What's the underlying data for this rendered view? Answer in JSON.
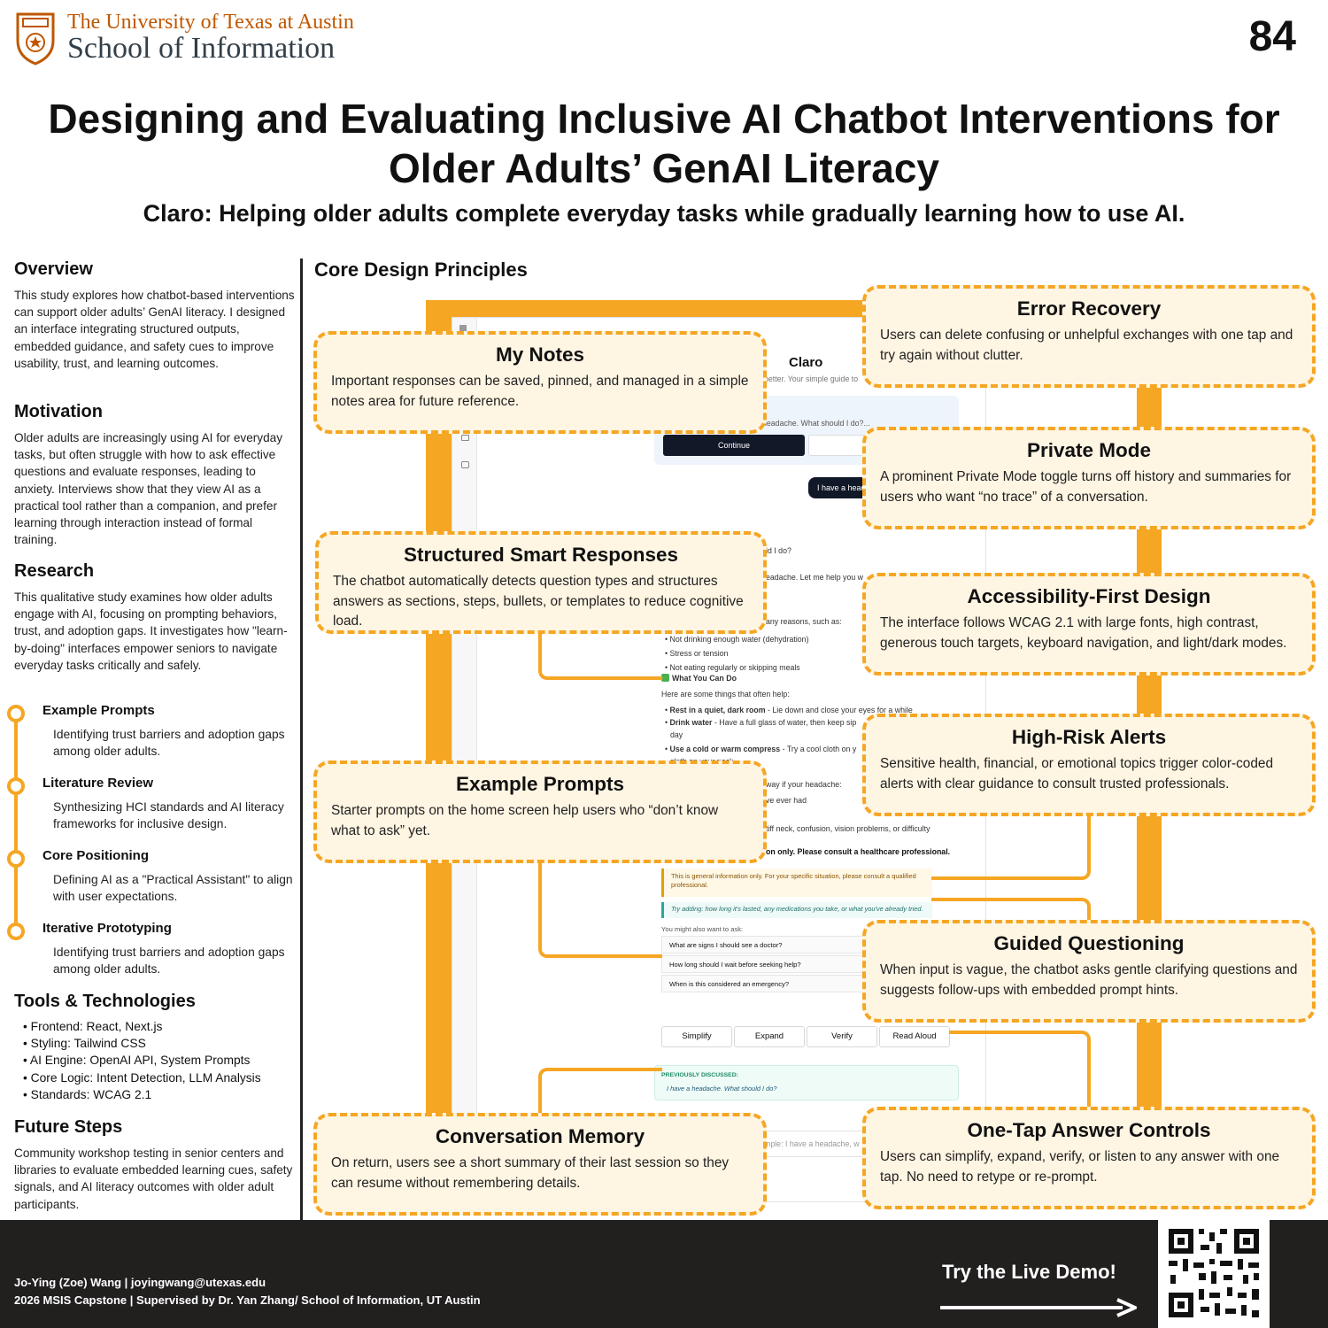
{
  "header": {
    "university": "The University of Texas at Austin",
    "school": "School of Information",
    "poster_number": "84",
    "title": "Designing and Evaluating Inclusive AI Chatbot Interventions for Older Adults’ GenAI Literacy",
    "subtitle": "Claro: Helping older adults complete everyday tasks while gradually learning how to use AI."
  },
  "left": {
    "overview": {
      "heading": "Overview",
      "text": "This study explores how chatbot-based interventions can support older adults’ GenAI literacy. I designed an interface integrating structured outputs, embedded guidance, and safety cues to improve usability, trust, and learning outcomes."
    },
    "motivation": {
      "heading": "Motivation",
      "text": "Older adults are increasingly using AI for everyday tasks, but often struggle with how to ask effective questions and evaluate responses, leading to anxiety. Interviews show that they view AI as a practical tool rather than a companion, and prefer learning through interaction instead of formal training."
    },
    "research": {
      "heading": "Research",
      "text": "This qualitative study examines how older adults engage with AI, focusing on prompting behaviors, trust, and adoption gaps. It investigates how \"learn-by-doing\" interfaces empower seniors to navigate everyday tasks critically and safely."
    },
    "timeline": [
      {
        "title": "Example Prompts",
        "text": "Identifying trust barriers and adoption gaps among older adults."
      },
      {
        "title": "Literature Review",
        "text": "Synthesizing HCI standards and AI literacy frameworks for inclusive design."
      },
      {
        "title": "Core Positioning",
        "text": "Defining AI as a \"Practical Assistant\" to align with user expectations."
      },
      {
        "title": "Iterative Prototyping",
        "text": "Identifying trust barriers and adoption gaps among older adults."
      }
    ],
    "tools": {
      "heading": "Tools & Technologies",
      "items": [
        "Frontend: React, Next.js",
        "Styling: Tailwind CSS",
        "AI Engine: OpenAI API, System Prompts",
        "Core Logic: Intent Detection, LLM Analysis",
        "Standards: WCAG 2.1"
      ]
    },
    "future": {
      "heading": "Future Steps",
      "text": "Community workshop testing in senior centers and libraries to evaluate embedded learning cues, safety signals, and AI literacy outcomes with older adult participants."
    }
  },
  "canvas": {
    "heading": "Core Design Principles",
    "cards": [
      {
        "title": "My Notes",
        "text": "Important responses can be saved, pinned, and managed in a simple notes area for future reference."
      },
      {
        "title": "Structured Smart Responses",
        "text": "The chatbot automatically detects question types and structures answers as sections, steps, bullets, or templates to reduce cognitive load."
      },
      {
        "title": "Example Prompts",
        "text": "Starter prompts on the home screen help users who “don’t know what to ask” yet."
      },
      {
        "title": "Conversation Memory",
        "text": "On return, users see a short summary of their last session so they can resume without remembering details."
      },
      {
        "title": "Error Recovery",
        "text": "Users can delete confusing or unhelpful exchanges with one tap and try again without clutter."
      },
      {
        "title": "Private Mode",
        "text": "A prominent Private Mode toggle turns off history and summaries for users who want “no trace” of a conversation."
      },
      {
        "title": "Accessibility-First Design",
        "text": "The interface follows WCAG 2.1 with large fonts, high contrast, generous touch targets, keyboard navigation, and light/dark modes."
      },
      {
        "title": "High-Risk Alerts",
        "text": "Sensitive health, financial, or emotional topics trigger color-coded alerts with clear guidance to consult trusted professionals."
      },
      {
        "title": "Guided Questioning",
        "text": "When input is vague, the chatbot asks gentle clarifying questions and suggests follow-ups with embedded prompt hints."
      },
      {
        "title": "One-Tap Answer Controls",
        "text": "Users can simplify, expand, verify, or listen to any answer with one tap. No need to retype or re-prompt."
      }
    ],
    "screenshot": {
      "app_name": "Claro",
      "tagline": "better. Your simple guide to",
      "prompt_preview": "headache. What should I do?...",
      "continue_label": "Continue",
      "user_bubble": "I have a head",
      "q_fragment": "ld I do?",
      "answer_intro": "eadache. Let me help you w",
      "reasons": "any reasons, such as:",
      "bullets": [
        "Not drinking enough water (dehydration)",
        "Stress or tension",
        "Not eating regularly or skipping meals"
      ],
      "what_heading": "What You Can Do",
      "help_intro": "Here are some things that often help:",
      "tips": [
        {
          "bold": "Rest in a quiet, dark room",
          "rest": " - Lie down and close your eyes for a while"
        },
        {
          "bold": "Drink water",
          "rest": " - Have a full glass of water, then keep sip"
        },
        {
          "bold": "",
          "rest": "day"
        },
        {
          "bold": "Use a cold or warm compress",
          "rest": " - Try a cool cloth on y"
        },
        {
          "bold": "",
          "rest": "cloth on your neck"
        }
      ],
      "away_fragment": "way if your headache:",
      "ever_fragment": "ve ever had",
      "stiff_fragment": "tiff neck, confusion, vision problems, or difficulty",
      "disclaimer_bold": "on only. Please consult a healthcare professional.",
      "alert": "This is general information only. For your specific situation, please consult a qualified professional.",
      "hint": "Try adding: how long it's lasted, any medications you take, or what you've already tried.",
      "might_ask": "You might also want to ask:",
      "followups": [
        "What are signs I should see a doctor?",
        "How long should I wait before seeking help?",
        "When is this considered an emergency?"
      ],
      "controls": [
        "Simplify",
        "Expand",
        "Verify",
        "Read Aloud"
      ],
      "prev_label": "PREVIOUSLY DISCUSSED:",
      "prev_item": "I have a headache. What should I do?",
      "input_placeholder": "mple: I have a headache, w"
    }
  },
  "footer": {
    "author": "Jo-Ying (Zoe) Wang | joyingwang@utexas.edu",
    "program": "2026 MSIS Capstone  | Supervised by Dr. Yan Zhang/ School of Information, UT Austin",
    "demo_label": "Try the Live Demo!"
  },
  "colors": {
    "accent": "#f5a623",
    "card_fill": "#fff5e3",
    "ut_orange": "#bf5700",
    "footer_bg": "#221f1f"
  },
  "icons": [
    "ut-seal-icon",
    "qr-code-icon",
    "arrow-right-icon"
  ]
}
